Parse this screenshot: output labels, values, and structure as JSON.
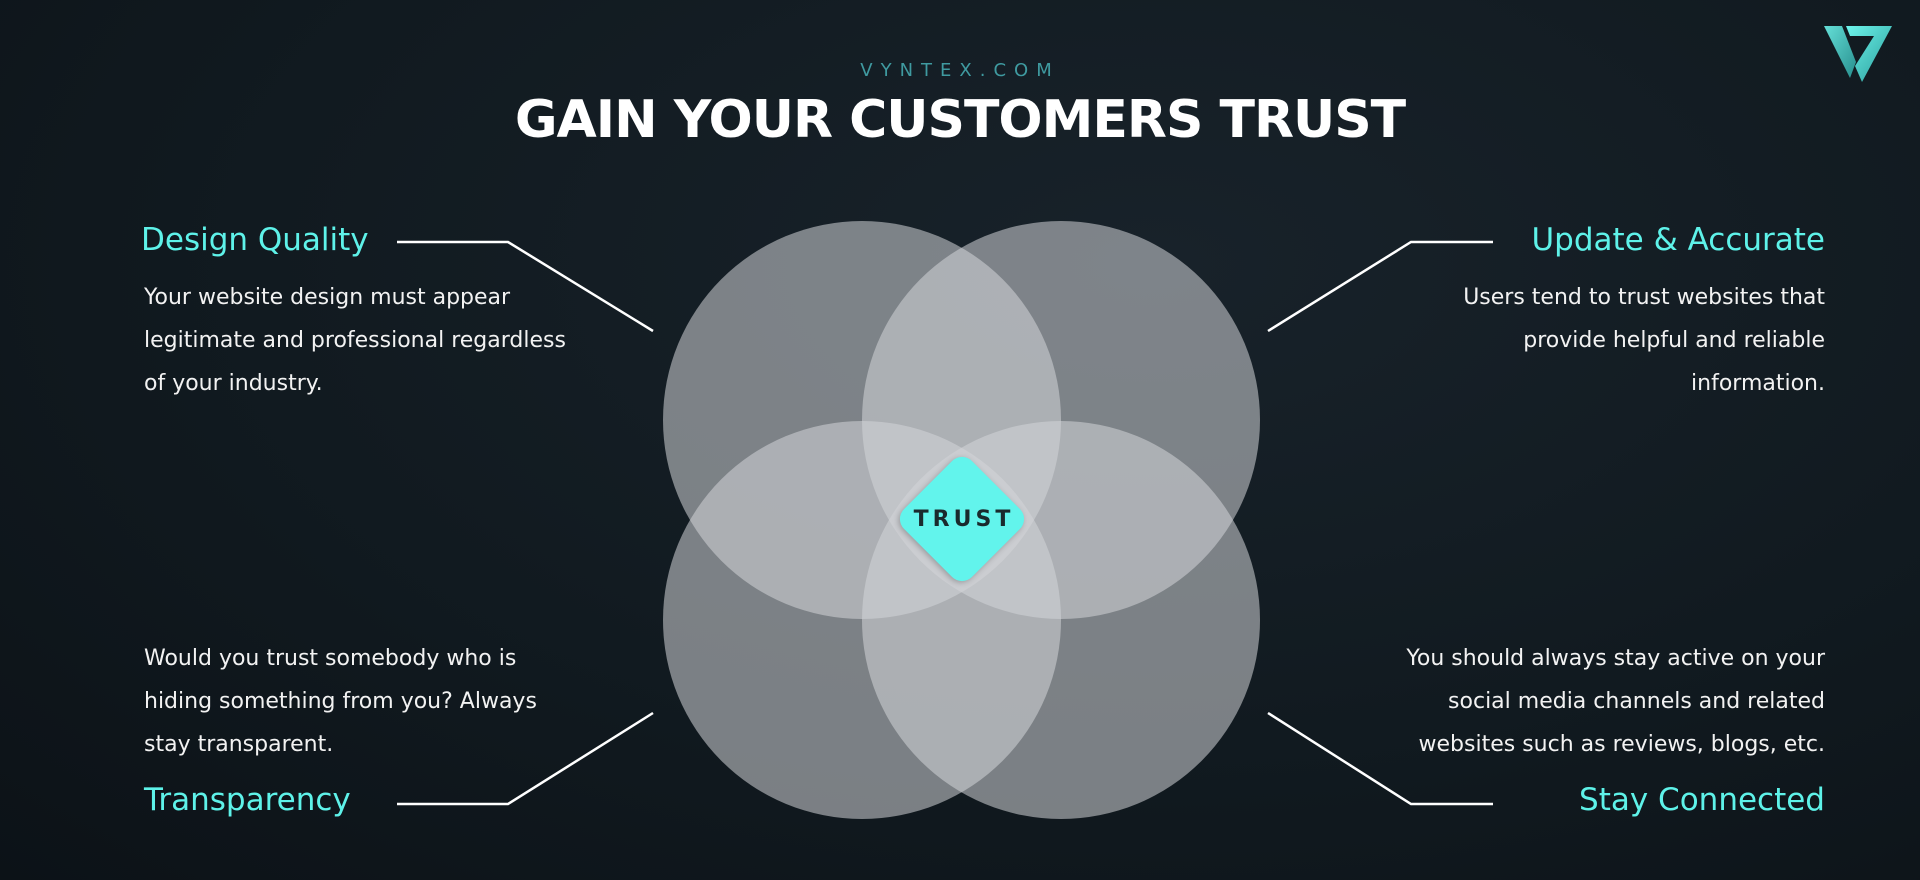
{
  "header": {
    "brand": "VYNTEX.COM",
    "title": "GAIN YOUR CUSTOMERS TRUST"
  },
  "center": {
    "label": "TRUST"
  },
  "quadrants": {
    "top_left": {
      "title": "Design Quality",
      "lines": [
        "Your website design must appear",
        "legitimate and professional regardless",
        "of your industry."
      ]
    },
    "top_right": {
      "title": "Update & Accurate",
      "lines": [
        "Users tend to trust websites that",
        "provide helpful and reliable",
        "information."
      ]
    },
    "bottom_left": {
      "title": "Transparency",
      "lines": [
        "Would you trust somebody who is",
        "hiding something from you? Always",
        "stay transparent."
      ]
    },
    "bottom_right": {
      "title": "Stay Connected",
      "lines": [
        "You should always stay active on your",
        "social media channels and related",
        "websites such as reviews, blogs, etc."
      ]
    }
  },
  "colors": {
    "accent": "#5ef2e9",
    "brand_text": "#3f9aa0",
    "circle_fill": "#d4d6d8",
    "background": "#111a20"
  },
  "icons": {
    "logo": "v7-logo-icon"
  }
}
